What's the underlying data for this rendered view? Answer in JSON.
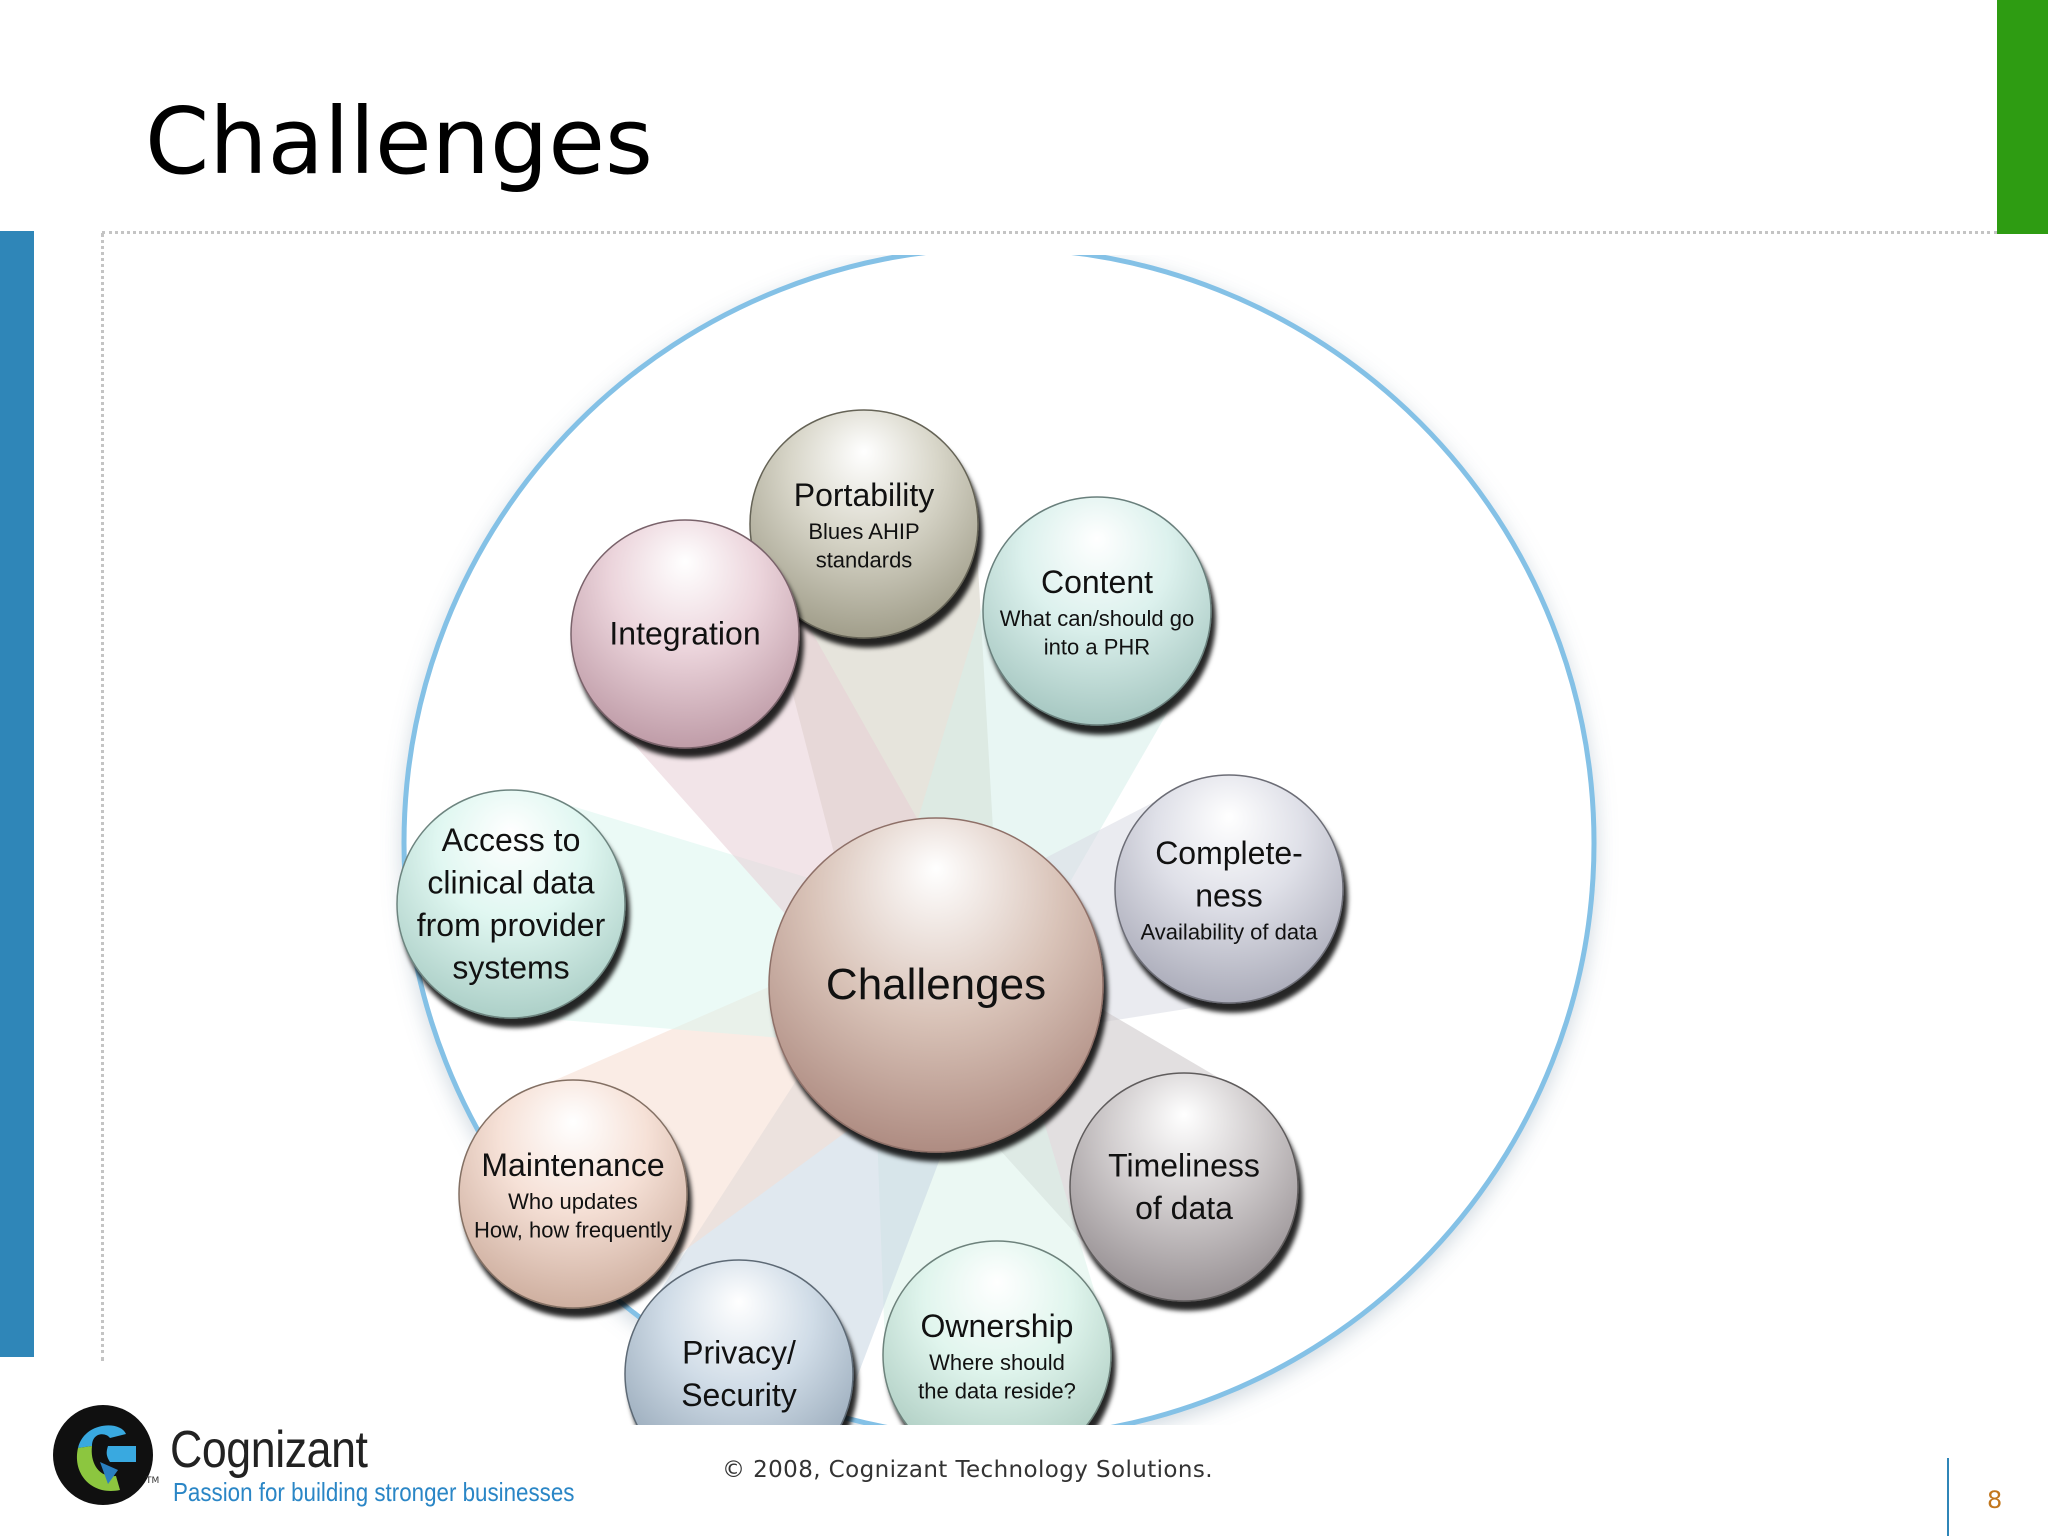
{
  "slide": {
    "title": "Challenges"
  },
  "diagram": {
    "center": "Challenges",
    "nodes": [
      {
        "id": "portability",
        "title": [
          "Portability"
        ],
        "subtitle": [
          "Blues AHIP",
          "standards"
        ],
        "color": "#b8b49c"
      },
      {
        "id": "content",
        "title": [
          "Content"
        ],
        "subtitle": [
          "What can/should go",
          "into a PHR"
        ],
        "color": "#bfe6df"
      },
      {
        "id": "completeness",
        "title": [
          "Complete-",
          "ness"
        ],
        "subtitle": [
          "Availability of data"
        ],
        "color": "#c4c6d6"
      },
      {
        "id": "timeliness",
        "title": [
          "Timeliness",
          "of data"
        ],
        "subtitle": [],
        "color": "#ada5a8"
      },
      {
        "id": "ownership",
        "title": [
          "Ownership"
        ],
        "subtitle": [
          "Where should",
          "the data reside?"
        ],
        "color": "#c7ecdf"
      },
      {
        "id": "privacy-security",
        "title": [
          "Privacy/",
          "Security"
        ],
        "subtitle": [],
        "color": "#a9bfd3"
      },
      {
        "id": "maintenance",
        "title": [
          "Maintenance"
        ],
        "subtitle": [
          "Who updates",
          "How, how frequently"
        ],
        "color": "#efc9b6"
      },
      {
        "id": "access-clinical-data",
        "title": [
          "Access to",
          "clinical  data",
          "from provider",
          "systems"
        ],
        "subtitle": [],
        "color": "#c6f0e6"
      },
      {
        "id": "integration",
        "title": [
          "Integration"
        ],
        "subtitle": [],
        "color": "#dcb2c0"
      }
    ]
  },
  "footer": {
    "brand": "Cognizant",
    "tm": "TM",
    "tagline": "Passion for building stronger businesses",
    "copyright": "© 2008, Cognizant Technology Solutions.",
    "page_number": "8"
  }
}
